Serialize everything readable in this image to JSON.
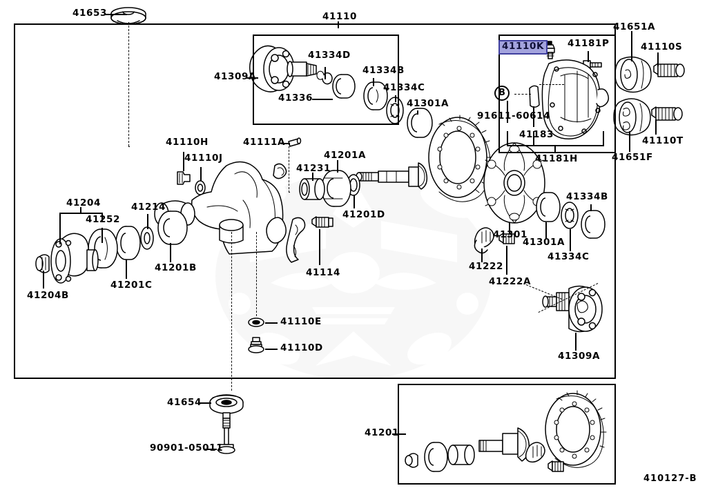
{
  "diagram": {
    "drawing_id": "410127-B",
    "callout_b": "B",
    "highlight_color": "#a3a3dd",
    "highlight_border_color": "#3f3f9e",
    "line_color": "#000000",
    "background_color": "#ffffff"
  },
  "labels": {
    "top_41653": "41653",
    "top_41110": "41110",
    "inset_41309A": "41309A",
    "inset_41334D": "41334D",
    "inset_41336": "41336",
    "hl_41110K": "41110K",
    "p_41181P": "41181P",
    "p_41651A": "41651A",
    "p_41110S": "41110S",
    "p_41110T": "41110T",
    "p_41651F": "41651F",
    "p_41334B_top": "41334B",
    "p_41334C_top": "41334C",
    "p_41301A_top": "41301A",
    "p_91611": "91611-60614",
    "p_41183": "41183",
    "p_41181H": "41181H",
    "p_41110H": "41110H",
    "p_41110J": "41110J",
    "p_41111A": "41111A",
    "p_41231": "41231",
    "p_41201A": "41201A",
    "p_41201D": "41201D",
    "p_41204": "41204",
    "p_41252": "41252",
    "p_41214": "41214",
    "p_41201B": "41201B",
    "p_41201C": "41201C",
    "p_41204B": "41204B",
    "p_41114": "41114",
    "p_41110E": "41110E",
    "p_41110D": "41110D",
    "p_41301": "41301",
    "p_41301A_bot": "41301A",
    "p_41334B_right": "41334B",
    "p_41334C_right": "41334C",
    "p_41222": "41222",
    "p_41222A": "41222A",
    "p_41309A_right": "41309A",
    "p_41654": "41654",
    "p_90901": "90901-05011",
    "p_41201_inset": "41201"
  },
  "parts_list": [
    {
      "number": "41653",
      "region": "top-left-mount"
    },
    {
      "number": "41110",
      "region": "assembly-title"
    },
    {
      "number": "41309A",
      "region": "inset-top-axle-shaft"
    },
    {
      "number": "41334D",
      "region": "inset-top-snap-ring"
    },
    {
      "number": "41336",
      "region": "inset-top-oil-seal"
    },
    {
      "number": "41110K",
      "region": "breather-highlighted"
    },
    {
      "number": "41181P",
      "region": "carrier-cover-bolt"
    },
    {
      "number": "41651A",
      "region": "mount-cushion-upper"
    },
    {
      "number": "41110S",
      "region": "mount-bolt-upper"
    },
    {
      "number": "41110T",
      "region": "mount-bolt-lower"
    },
    {
      "number": "41651F",
      "region": "mount-cushion-lower"
    },
    {
      "number": "41334B",
      "region": "bearing-retainer"
    },
    {
      "number": "41334C",
      "region": "shim-washer"
    },
    {
      "number": "41301A",
      "region": "side-bearing"
    },
    {
      "number": "91611-60614",
      "region": "carrier-cover-bolt-detail"
    },
    {
      "number": "41183",
      "region": "carrier-cover-gasket"
    },
    {
      "number": "41181H",
      "region": "carrier-cover-assembly"
    },
    {
      "number": "41110H",
      "region": "filler-plug"
    },
    {
      "number": "41110J",
      "region": "plug-gasket"
    },
    {
      "number": "41111A",
      "region": "dowel-pin"
    },
    {
      "number": "41231",
      "region": "spacer"
    },
    {
      "number": "41201A",
      "region": "pinion-bearing-front"
    },
    {
      "number": "41201D",
      "region": "pinion-oil-slinger"
    },
    {
      "number": "41204",
      "region": "companion-flange-group"
    },
    {
      "number": "41252",
      "region": "dust-deflector"
    },
    {
      "number": "41214",
      "region": "washer"
    },
    {
      "number": "41201B",
      "region": "pinion-bearing-rear"
    },
    {
      "number": "41201C",
      "region": "pinion-oil-seal"
    },
    {
      "number": "41204B",
      "region": "flange-nut"
    },
    {
      "number": "41114",
      "region": "oil-baffle"
    },
    {
      "number": "41110E",
      "region": "drain-plug-gasket"
    },
    {
      "number": "41110D",
      "region": "drain-plug"
    },
    {
      "number": "41301",
      "region": "differential-case"
    },
    {
      "number": "41222",
      "region": "bearing-cap"
    },
    {
      "number": "41222A",
      "region": "bearing-cap-bolt"
    },
    {
      "number": "41654",
      "region": "lower-mount-cushion"
    },
    {
      "number": "90901-05011",
      "region": "mount-bolt-lower-long"
    },
    {
      "number": "41201",
      "region": "inset-bottom-pinion-set"
    }
  ]
}
